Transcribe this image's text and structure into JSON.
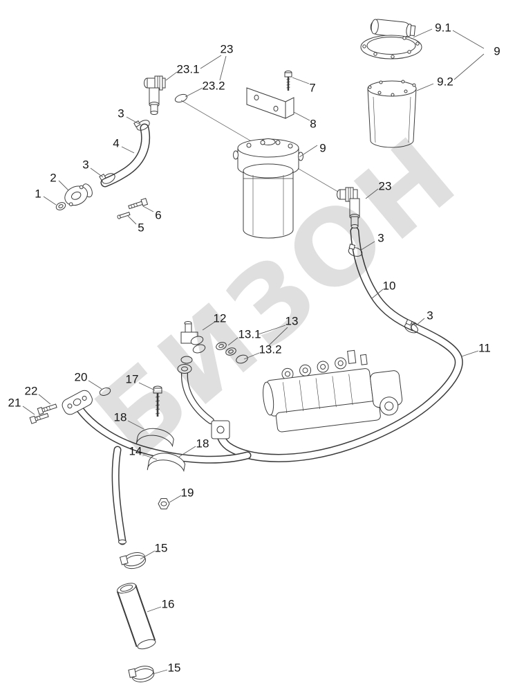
{
  "colors": {
    "background": "#ffffff",
    "line": "#3b3b3b",
    "watermark": "#c9c9c9",
    "label": "#151515"
  },
  "watermark": {
    "text": "БИЗОН"
  },
  "callouts": [
    {
      "text": "9.1"
    },
    {
      "text": "9"
    },
    {
      "text": "23"
    },
    {
      "text": "23.1"
    },
    {
      "text": "23.2"
    },
    {
      "text": "7"
    },
    {
      "text": "9.2"
    },
    {
      "text": "3"
    },
    {
      "text": "8"
    },
    {
      "text": "4"
    },
    {
      "text": "9"
    },
    {
      "text": "3"
    },
    {
      "text": "2"
    },
    {
      "text": "23"
    },
    {
      "text": "1"
    },
    {
      "text": "6"
    },
    {
      "text": "5"
    },
    {
      "text": "3"
    },
    {
      "text": "10"
    },
    {
      "text": "3"
    },
    {
      "text": "12"
    },
    {
      "text": "13"
    },
    {
      "text": "13.1"
    },
    {
      "text": "11"
    },
    {
      "text": "13.2"
    },
    {
      "text": "20"
    },
    {
      "text": "17"
    },
    {
      "text": "22"
    },
    {
      "text": "21"
    },
    {
      "text": "18"
    },
    {
      "text": "18"
    },
    {
      "text": "14"
    },
    {
      "text": "19"
    },
    {
      "text": "15"
    },
    {
      "text": "16"
    },
    {
      "text": "15"
    }
  ]
}
